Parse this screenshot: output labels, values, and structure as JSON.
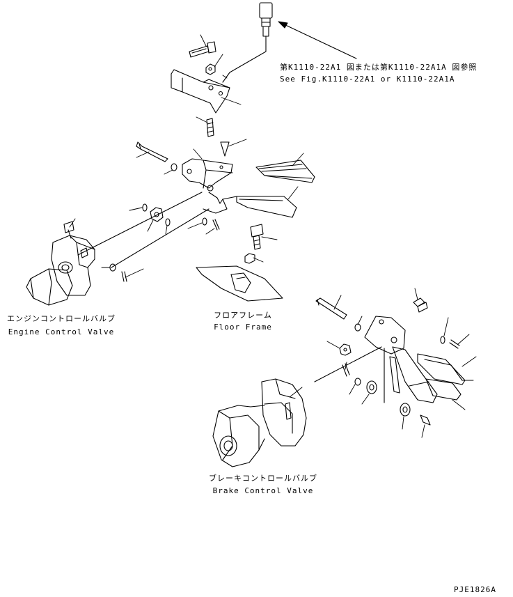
{
  "reference_note": {
    "ja": "第K1110-22A1 図または第K1110-22A1A 図参照",
    "en": "See Fig.K1110-22A1 or K1110-22A1A"
  },
  "labels": {
    "engine_valve_ja": "エンジンコントロールバルブ",
    "engine_valve_en": "Engine Control Valve",
    "floor_frame_ja": "フロアフレーム",
    "floor_frame_en": "Floor Frame",
    "brake_valve_ja": "ブレーキコントロールバルブ",
    "brake_valve_en": "Brake Control Valve"
  },
  "drawing_code": "PJE1826A"
}
